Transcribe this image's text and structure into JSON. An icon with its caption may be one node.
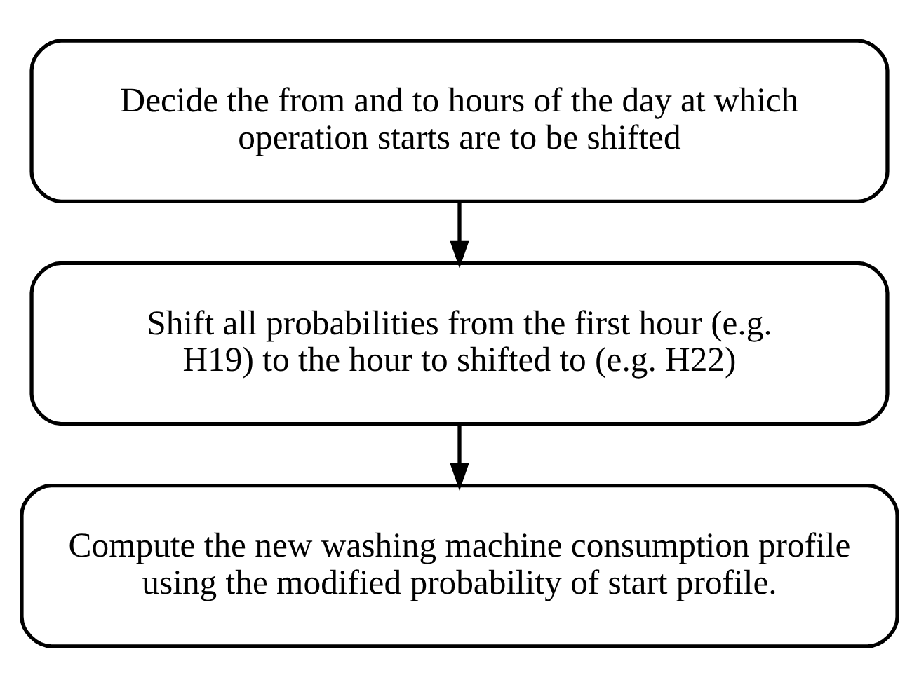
{
  "diagram": {
    "nodes": [
      {
        "text": [
          "Decide the from and to hours of the day at which operation starts are to be shifted"
        ]
      },
      {
        "text": [
          "Shift all probabilities from the first hour (e.g. H19) to the hour to shifted to (e.g. H22)"
        ]
      },
      {
        "text": [
          "Compute the new washing machine consumption profile using the modified probability of start profile."
        ]
      }
    ],
    "edges": [
      {
        "from": 0,
        "to": 1,
        "arrow": "to"
      },
      {
        "from": 1,
        "to": 2,
        "arrow": "to"
      }
    ]
  }
}
